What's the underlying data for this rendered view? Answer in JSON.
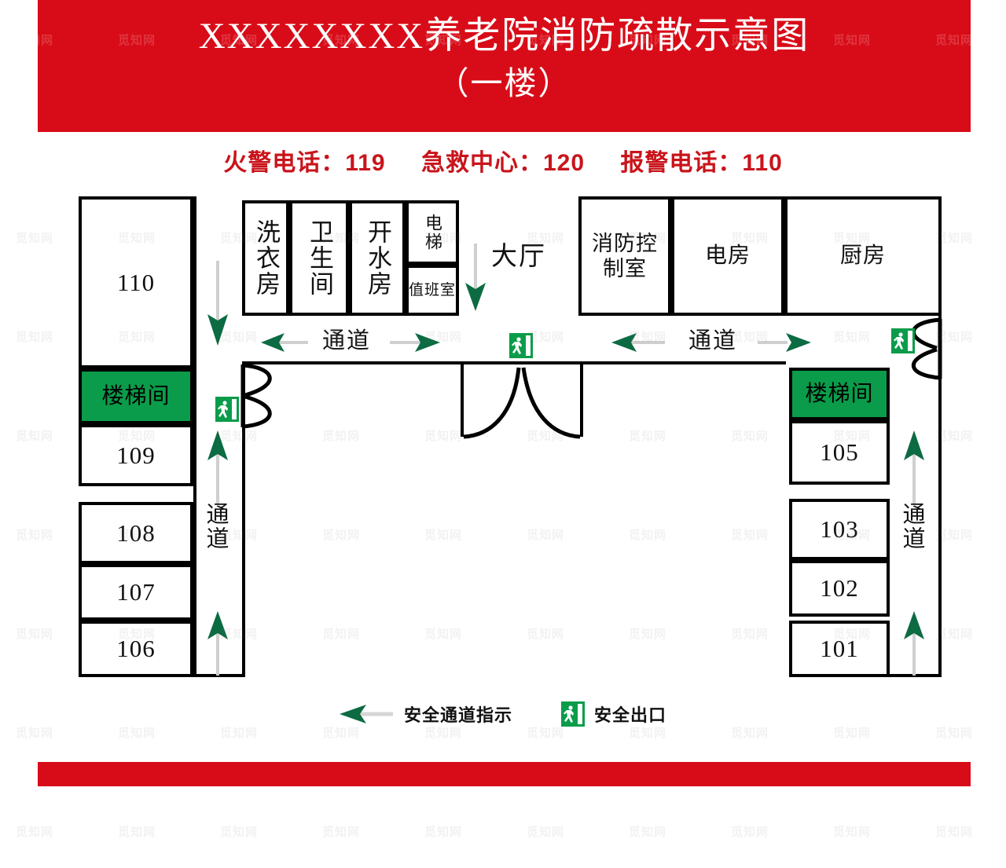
{
  "header": {
    "title_main": "XXXXXXXX养老院消防疏散示意图",
    "title_sub": "（一楼）"
  },
  "hotlines": [
    {
      "label": "火警电话：119"
    },
    {
      "label": "急救中心：120"
    },
    {
      "label": "报警电话：110"
    }
  ],
  "colors": {
    "brand_red": "#d80c18",
    "hotline_red": "#c9141b",
    "exit_green": "#0a9c4a",
    "arrow_green": "#0c6b42",
    "wall_black": "#000000",
    "paper_white": "#ffffff"
  },
  "floorplan": {
    "left_rooms": [
      {
        "name": "110",
        "type": "room"
      },
      {
        "name": "楼梯间",
        "type": "stairwell"
      },
      {
        "name": "109",
        "type": "room"
      },
      {
        "name": "108",
        "type": "room"
      },
      {
        "name": "107",
        "type": "room"
      },
      {
        "name": "106",
        "type": "room"
      }
    ],
    "top_rooms": [
      {
        "name": "洗衣房",
        "type": "service"
      },
      {
        "name": "卫生间",
        "type": "service"
      },
      {
        "name": "开水房",
        "type": "service"
      },
      {
        "name": "电梯",
        "type": "service"
      },
      {
        "name": "值班室",
        "type": "service"
      },
      {
        "name": "大厅",
        "type": "lobby"
      },
      {
        "name": "消防控制室",
        "type": "service"
      },
      {
        "name": "电房",
        "type": "service"
      },
      {
        "name": "厨房",
        "type": "service"
      }
    ],
    "right_rooms": [
      {
        "name": "楼梯间",
        "type": "stairwell"
      },
      {
        "name": "105",
        "type": "room"
      },
      {
        "name": "103",
        "type": "room"
      },
      {
        "name": "102",
        "type": "room"
      },
      {
        "name": "101",
        "type": "room"
      }
    ],
    "corridor_labels": [
      {
        "name": "通道",
        "orientation": "horizontal",
        "position": "top-left"
      },
      {
        "name": "通道",
        "orientation": "horizontal",
        "position": "top-right"
      },
      {
        "name": "通道",
        "orientation": "vertical",
        "position": "left"
      },
      {
        "name": "通道",
        "orientation": "vertical",
        "position": "right"
      }
    ],
    "exit_sign_count": 4
  },
  "legend": [
    {
      "icon": "left-arrow-icon",
      "label": "安全通道指示"
    },
    {
      "icon": "emergency-exit-icon",
      "label": "安全出口"
    }
  ],
  "watermark": {
    "text": "觅知网"
  }
}
